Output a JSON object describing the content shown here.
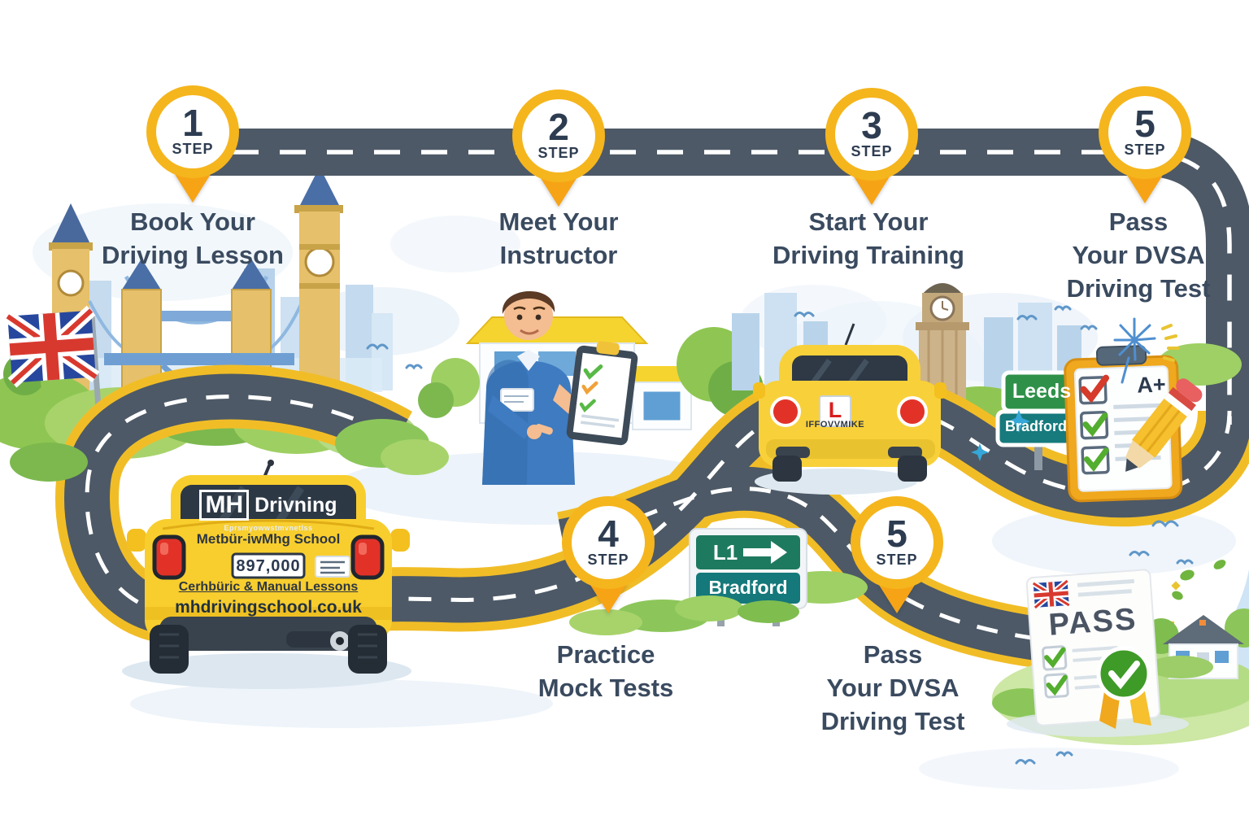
{
  "steps": [
    {
      "number": "1",
      "label": "STEP",
      "title": "Book Your\nDriving Lesson"
    },
    {
      "number": "2",
      "label": "STEP",
      "title": "Meet Your\nInstructor"
    },
    {
      "number": "3",
      "label": "STEP",
      "title": "Start Your\nDriving Training"
    },
    {
      "number": "5",
      "label": "STEP",
      "title": "Pass\nYour DVSA\nDriving Test"
    },
    {
      "number": "4",
      "label": "STEP",
      "title": "Practice\nMock Tests"
    },
    {
      "number": "5",
      "label": "STEP",
      "title": "Pass\nYour DVSA\nDriving Test"
    }
  ],
  "school_car": {
    "brand_initials": "MH",
    "brand_name": "Drivning",
    "window_subtext": "Eprsmyowwstmvnetlss",
    "trunk_text": "Metbür-iwMhg School",
    "license_plate": "897,000",
    "services_text": "Cerhbüric & Manual Lessons",
    "website": "mhdrivingschool.co.uk"
  },
  "learner_car": {
    "l_plate": "L",
    "bumper_text": "IFFOVVMIKE"
  },
  "signs": {
    "leeds": "Leeds",
    "bradford_right": "Bradford",
    "route": "L1",
    "bradford_middle": "Bradford"
  },
  "clipboard": {
    "grade": "A+"
  },
  "certificate": {
    "result": "PASS"
  },
  "colors": {
    "road": "#4d5966",
    "road_dash": "#ffffff",
    "accent_gold": "#f5b51d",
    "heading": "#3a4a5f",
    "sign_green": "#2f9149",
    "sign_teal": "#17787a",
    "car_yellow": "#f8ce2e"
  }
}
